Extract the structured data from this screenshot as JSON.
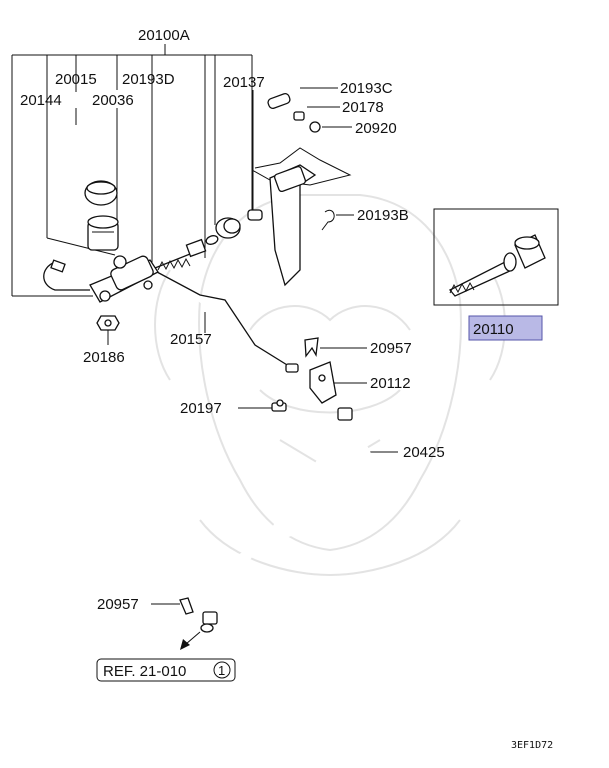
{
  "labels": {
    "assembly": "20100A",
    "p20015": "20015",
    "p20193D": "20193D",
    "p20144": "20144",
    "p20036": "20036",
    "p20137": "20137",
    "p20193C": "20193C",
    "p20178": "20178",
    "p20920": "20920",
    "p20193B": "20193B",
    "p20110": "20110",
    "p20157": "20157",
    "p20957a": "20957",
    "p20186": "20186",
    "p20112": "20112",
    "p20197": "20197",
    "p20425": "20425",
    "p20957b": "20957"
  },
  "reference": {
    "text": "REF. 21-010",
    "circled": "1"
  },
  "diagram_code": "3EF1D72",
  "highlight_color": "#b9b9e6"
}
